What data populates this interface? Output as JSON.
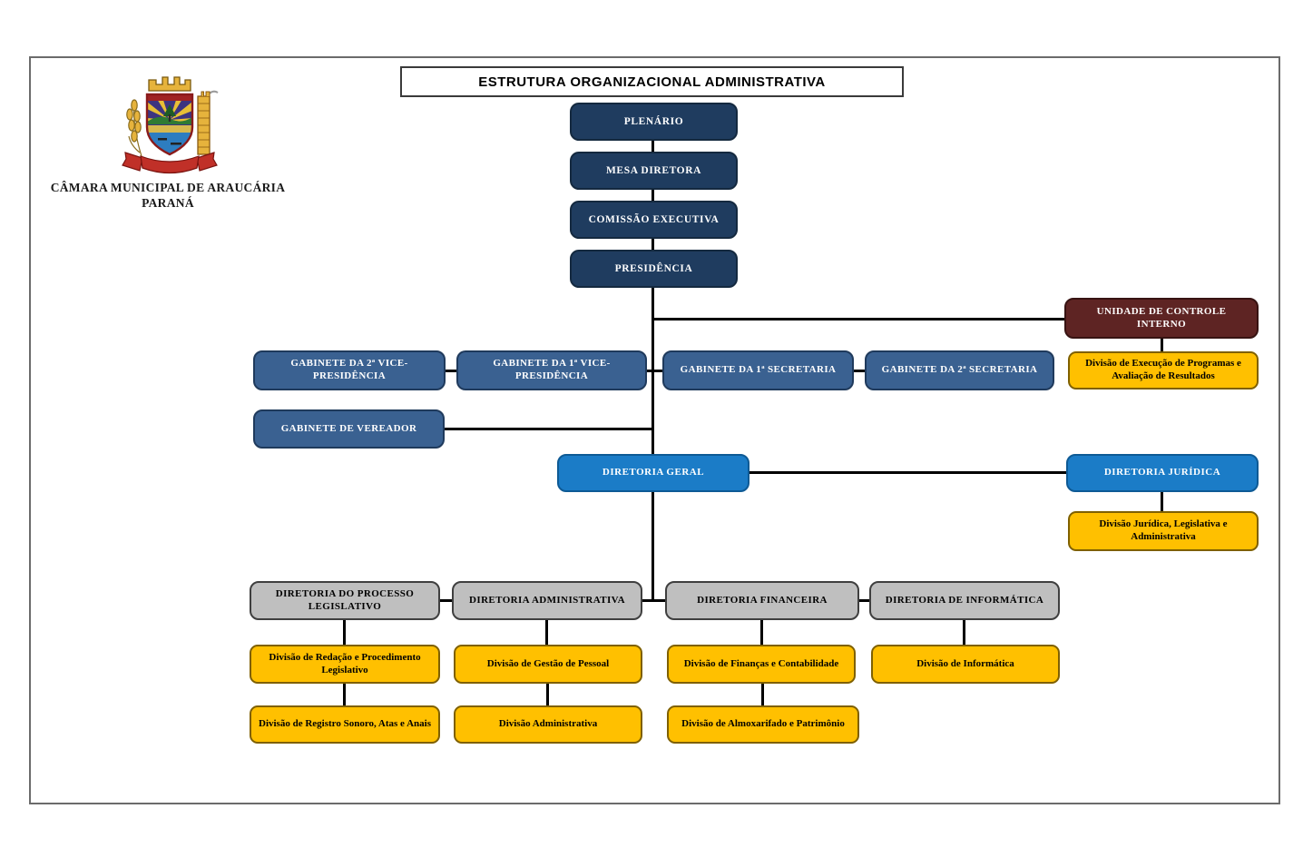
{
  "header": {
    "title": "ESTRUTURA ORGANIZACIONAL ADMINISTRATIVA",
    "org_name": "CÂMARA MUNICIPAL DE ARAUCÁRIA",
    "org_state": "PARANÁ",
    "logo_icon": "araucaria-coat-of-arms"
  },
  "colors": {
    "navy": "#1F3C5F",
    "steel_blue": "#3A6191",
    "bright_blue": "#1B7CC7",
    "maroon": "#5E2423",
    "yellow": "#FFC000",
    "gray": "#BFBFBF",
    "line": "#000000",
    "frame_border": "#6B6B6B"
  },
  "nodes": {
    "plenario": "PLENÁRIO",
    "mesa_diretora": "MESA DIRETORA",
    "comissao_executiva": "COMISSÃO EXECUTIVA",
    "presidencia": "PRESIDÊNCIA",
    "unidade_controle_interno": "UNIDADE DE CONTROLE INTERNO",
    "div_execucao_programas": "Divisão de Execução de Programas e Avaliação de Resultados",
    "gab_2_vice_presidencia": "GABINETE DA 2ª VICE-PRESIDÊNCIA",
    "gab_1_vice_presidencia": "GABINETE DA 1ª VICE-PRESIDÊNCIA",
    "gab_1_secretaria": "GABINETE DA 1ª SECRETARIA",
    "gab_2_secretaria": "GABINETE DA 2ª SECRETARIA",
    "gab_vereador": "GABINETE DE VEREADOR",
    "diretoria_geral": "DIRETORIA GERAL",
    "diretoria_juridica": "DIRETORIA JURÍDICA",
    "div_juridica_legislativa_administrativa": "Divisão Jurídica, Legislativa e Administrativa",
    "diretoria_processo_legislativo": "DIRETORIA DO PROCESSO LEGISLATIVO",
    "diretoria_administrativa": "DIRETORIA ADMINISTRATIVA",
    "diretoria_financeira": "DIRETORIA FINANCEIRA",
    "diretoria_informatica": "DIRETORIA DE INFORMÁTICA",
    "div_redacao_procedimento": "Divisão de Redação e Procedimento Legislativo",
    "div_registro_sonoro": "Divisão de Registro Sonoro, Atas e Anais",
    "div_gestao_pessoal": "Divisão de Gestão de Pessoal",
    "div_administrativa": "Divisão Administrativa",
    "div_financas_contabilidade": "Divisão de Finanças e Contabilidade",
    "div_almoxarifado_patrimonio": "Divisão de Almoxarifado e Patrimônio",
    "div_informatica": "Divisão de Informática"
  },
  "edges": [
    [
      "plenario",
      "mesa_diretora"
    ],
    [
      "mesa_diretora",
      "comissao_executiva"
    ],
    [
      "comissao_executiva",
      "presidencia"
    ],
    [
      "presidencia",
      "unidade_controle_interno"
    ],
    [
      "unidade_controle_interno",
      "div_execucao_programas"
    ],
    [
      "presidencia",
      "gab_2_vice_presidencia"
    ],
    [
      "presidencia",
      "gab_1_vice_presidencia"
    ],
    [
      "presidencia",
      "gab_1_secretaria"
    ],
    [
      "presidencia",
      "gab_2_secretaria"
    ],
    [
      "presidencia",
      "gab_vereador"
    ],
    [
      "presidencia",
      "diretoria_geral"
    ],
    [
      "diretoria_geral",
      "diretoria_juridica"
    ],
    [
      "diretoria_juridica",
      "div_juridica_legislativa_administrativa"
    ],
    [
      "diretoria_geral",
      "diretoria_processo_legislativo"
    ],
    [
      "diretoria_geral",
      "diretoria_administrativa"
    ],
    [
      "diretoria_geral",
      "diretoria_financeira"
    ],
    [
      "diretoria_geral",
      "diretoria_informatica"
    ],
    [
      "diretoria_processo_legislativo",
      "div_redacao_procedimento"
    ],
    [
      "div_redacao_procedimento",
      "div_registro_sonoro"
    ],
    [
      "diretoria_administrativa",
      "div_gestao_pessoal"
    ],
    [
      "div_gestao_pessoal",
      "div_administrativa"
    ],
    [
      "diretoria_financeira",
      "div_financas_contabilidade"
    ],
    [
      "div_financas_contabilidade",
      "div_almoxarifado_patrimonio"
    ],
    [
      "diretoria_informatica",
      "div_informatica"
    ]
  ]
}
